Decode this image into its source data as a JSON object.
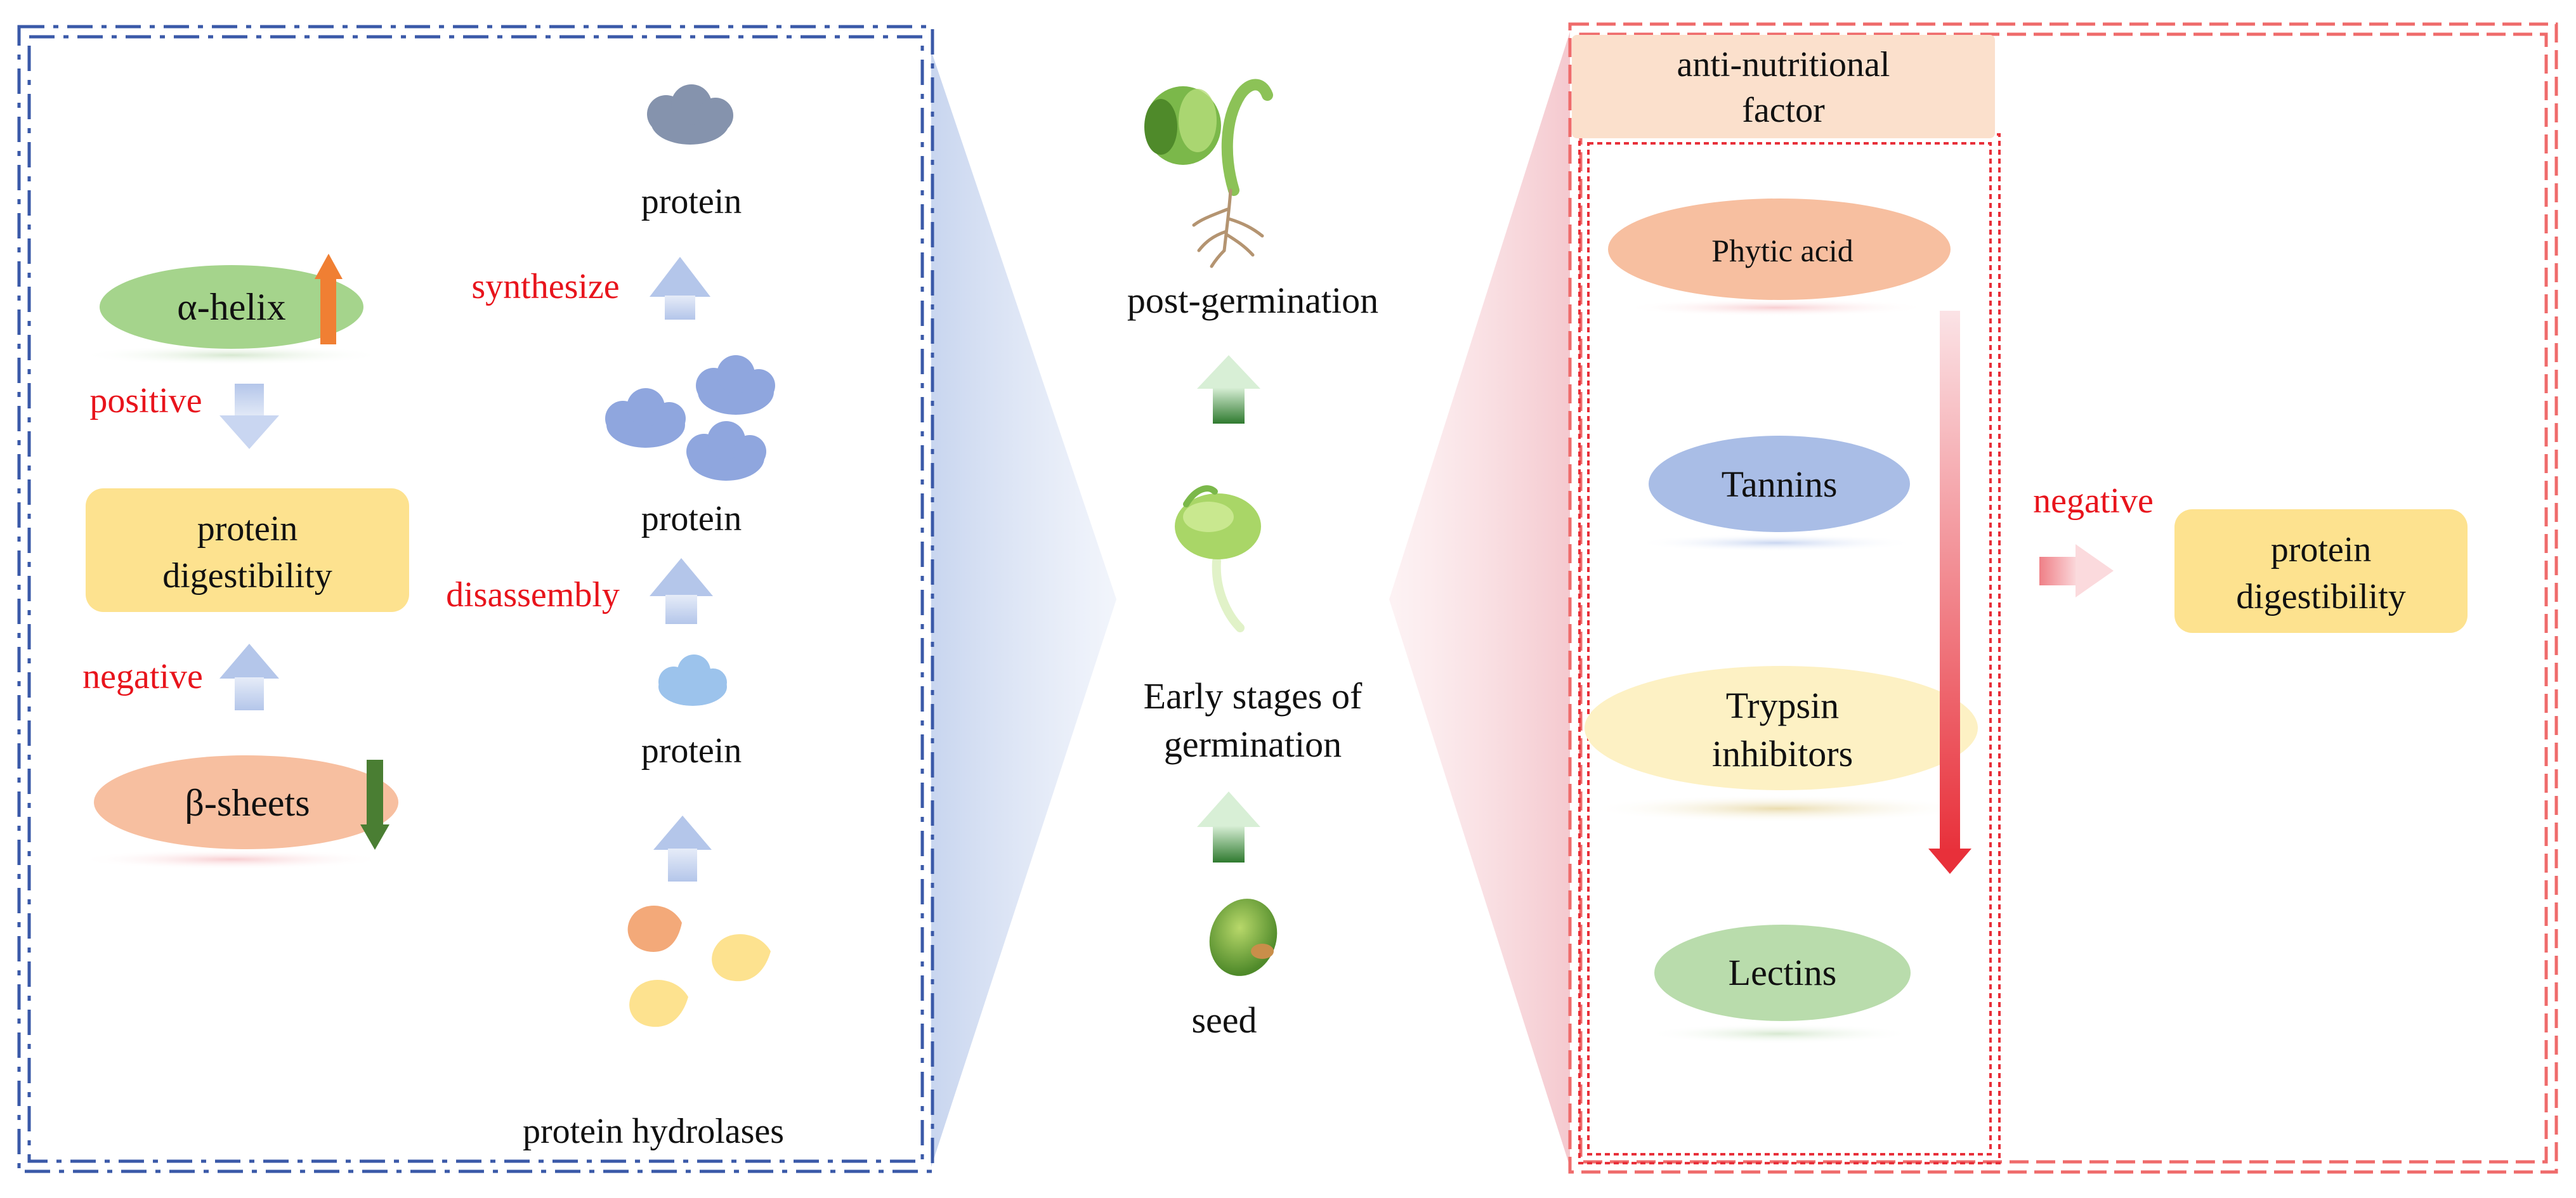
{
  "colors": {
    "left_frame": "#3a59a8",
    "right_frame": "#ef6b6b",
    "inner_frame": "#e8303a",
    "label_red": "#e8141c",
    "green_ellipse": "#a5d48c",
    "orange_ellipse": "#f7bfa0",
    "yellow_box": "#fde28f",
    "blue_ellipse": "#a9bde6",
    "light_yellow_ellipse": "#fdf1c4",
    "header_box": "#fbe0cc"
  },
  "left_panel": {
    "alpha_helix": "α-helix",
    "positive": "positive",
    "protein_digestibility": [
      "protein",
      "digestibility"
    ],
    "negative": "negative",
    "beta_sheets": "β-sheets",
    "synthesize": "synthesize",
    "disassembly": "disassembly",
    "protein_top": "protein",
    "protein_middle": "protein",
    "protein_bottom": "protein",
    "protein_hydrolases": "protein hydrolases"
  },
  "center": {
    "post_germination": "post-germination",
    "early_stages": [
      "Early stages of",
      "germination"
    ],
    "seed": "seed"
  },
  "right_panel": {
    "header": [
      "anti-nutritional",
      "factor"
    ],
    "factors": {
      "phytic_acid": "Phytic acid",
      "tannins": "Tannins",
      "trypsin_inhibitors": [
        "Trypsin",
        "inhibitors"
      ],
      "lectins": "Lectins"
    },
    "negative": "negative",
    "protein_digestibility": [
      "protein",
      "digestibility"
    ]
  }
}
